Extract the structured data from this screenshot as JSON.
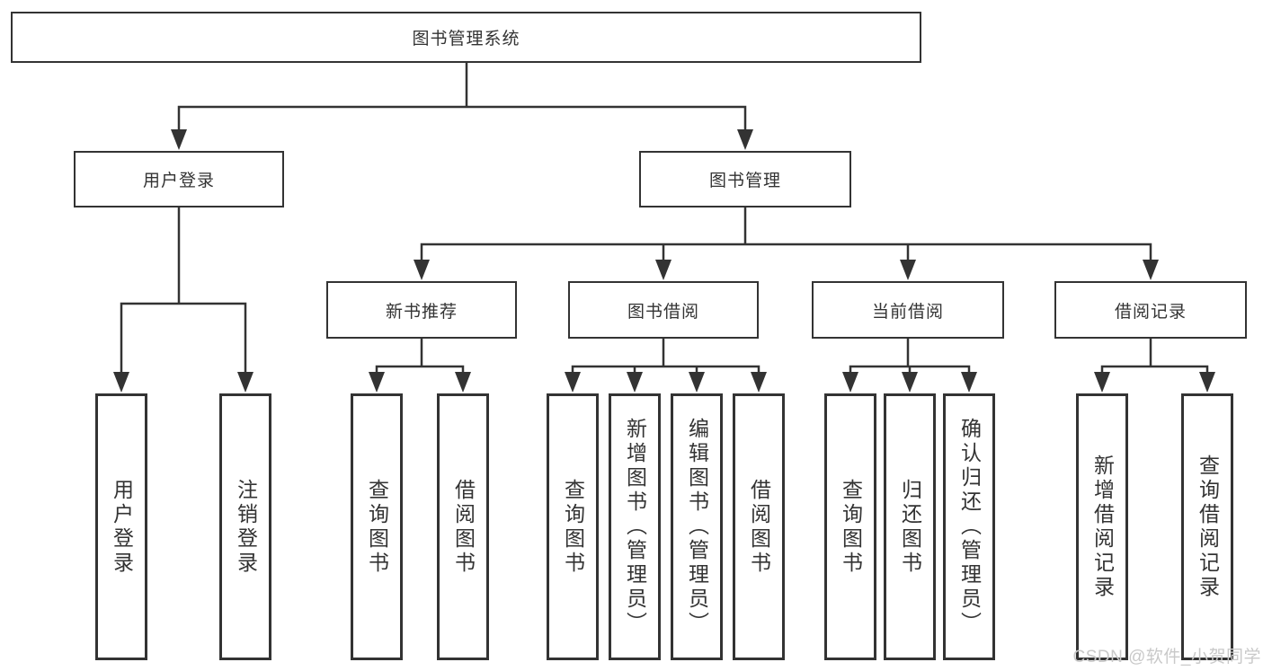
{
  "diagram_type": "hierarchy-tree",
  "tree": {
    "label": "图书管理系统",
    "children": [
      {
        "label": "用户登录",
        "children": [
          {
            "label": "用户登录"
          },
          {
            "label": "注销登录"
          }
        ]
      },
      {
        "label": "图书管理",
        "children": [
          {
            "label": "新书推荐",
            "children": [
              {
                "label": "查询图书"
              },
              {
                "label": "借阅图书"
              }
            ]
          },
          {
            "label": "图书借阅",
            "children": [
              {
                "label": "查询图书"
              },
              {
                "label": "新增图书（管理员）"
              },
              {
                "label": "编辑图书（管理员）"
              },
              {
                "label": "借阅图书"
              }
            ]
          },
          {
            "label": "当前借阅",
            "children": [
              {
                "label": "查询图书"
              },
              {
                "label": "归还图书"
              },
              {
                "label": "确认归还（管理员）"
              }
            ]
          },
          {
            "label": "借阅记录",
            "children": [
              {
                "label": "新增借阅记录"
              },
              {
                "label": "查询借阅记录"
              }
            ]
          }
        ]
      }
    ]
  },
  "watermark": {
    "text": "CSDN @软件_小贺同学"
  },
  "colors": {
    "line": "#333333",
    "text": "#333333",
    "watermark": "#c9c9c9",
    "background": "#ffffff"
  }
}
